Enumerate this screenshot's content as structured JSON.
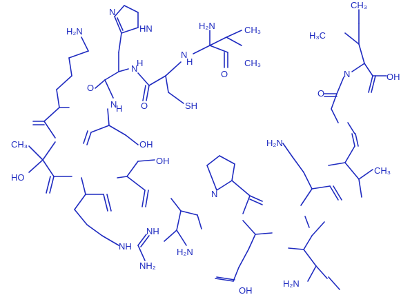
{
  "colors": {
    "structure": "#1f2bc0",
    "background": "#ffffff"
  },
  "labels": {
    "nh2_top": "H₂N",
    "nh_his_ring": "N",
    "h_his_ring": "HN",
    "n_his_top": "N",
    "ch3_val_1": "CH₃",
    "ch3_val_2": "CH₃",
    "h2n_lys": "H₂N",
    "nh_1": "N",
    "nh_1h": "H",
    "nh_2": "N",
    "nh_2h": "H",
    "nh_3": "N",
    "nh_3h": "H",
    "o_1": "O",
    "o_2": "O",
    "o_3": "O",
    "sh": "SH",
    "ch3_thr": "CH₃",
    "ho_thr": "HO",
    "oh_ser1": "OH",
    "oh_ser2": "OH",
    "h3c_leu": "H₃C",
    "ch3_leu": "CH₃",
    "oh_leu": "OH",
    "o_leu": "O",
    "h2n_asn1": "H₂N",
    "h2n_asn2": "H₂N",
    "h2n_asn3": "H₂N",
    "nh2_arg": "NH₂",
    "nh_arg": "NH",
    "ch3_val_b": "CH₃",
    "oh_glu": "OH",
    "n_pro": "N"
  }
}
